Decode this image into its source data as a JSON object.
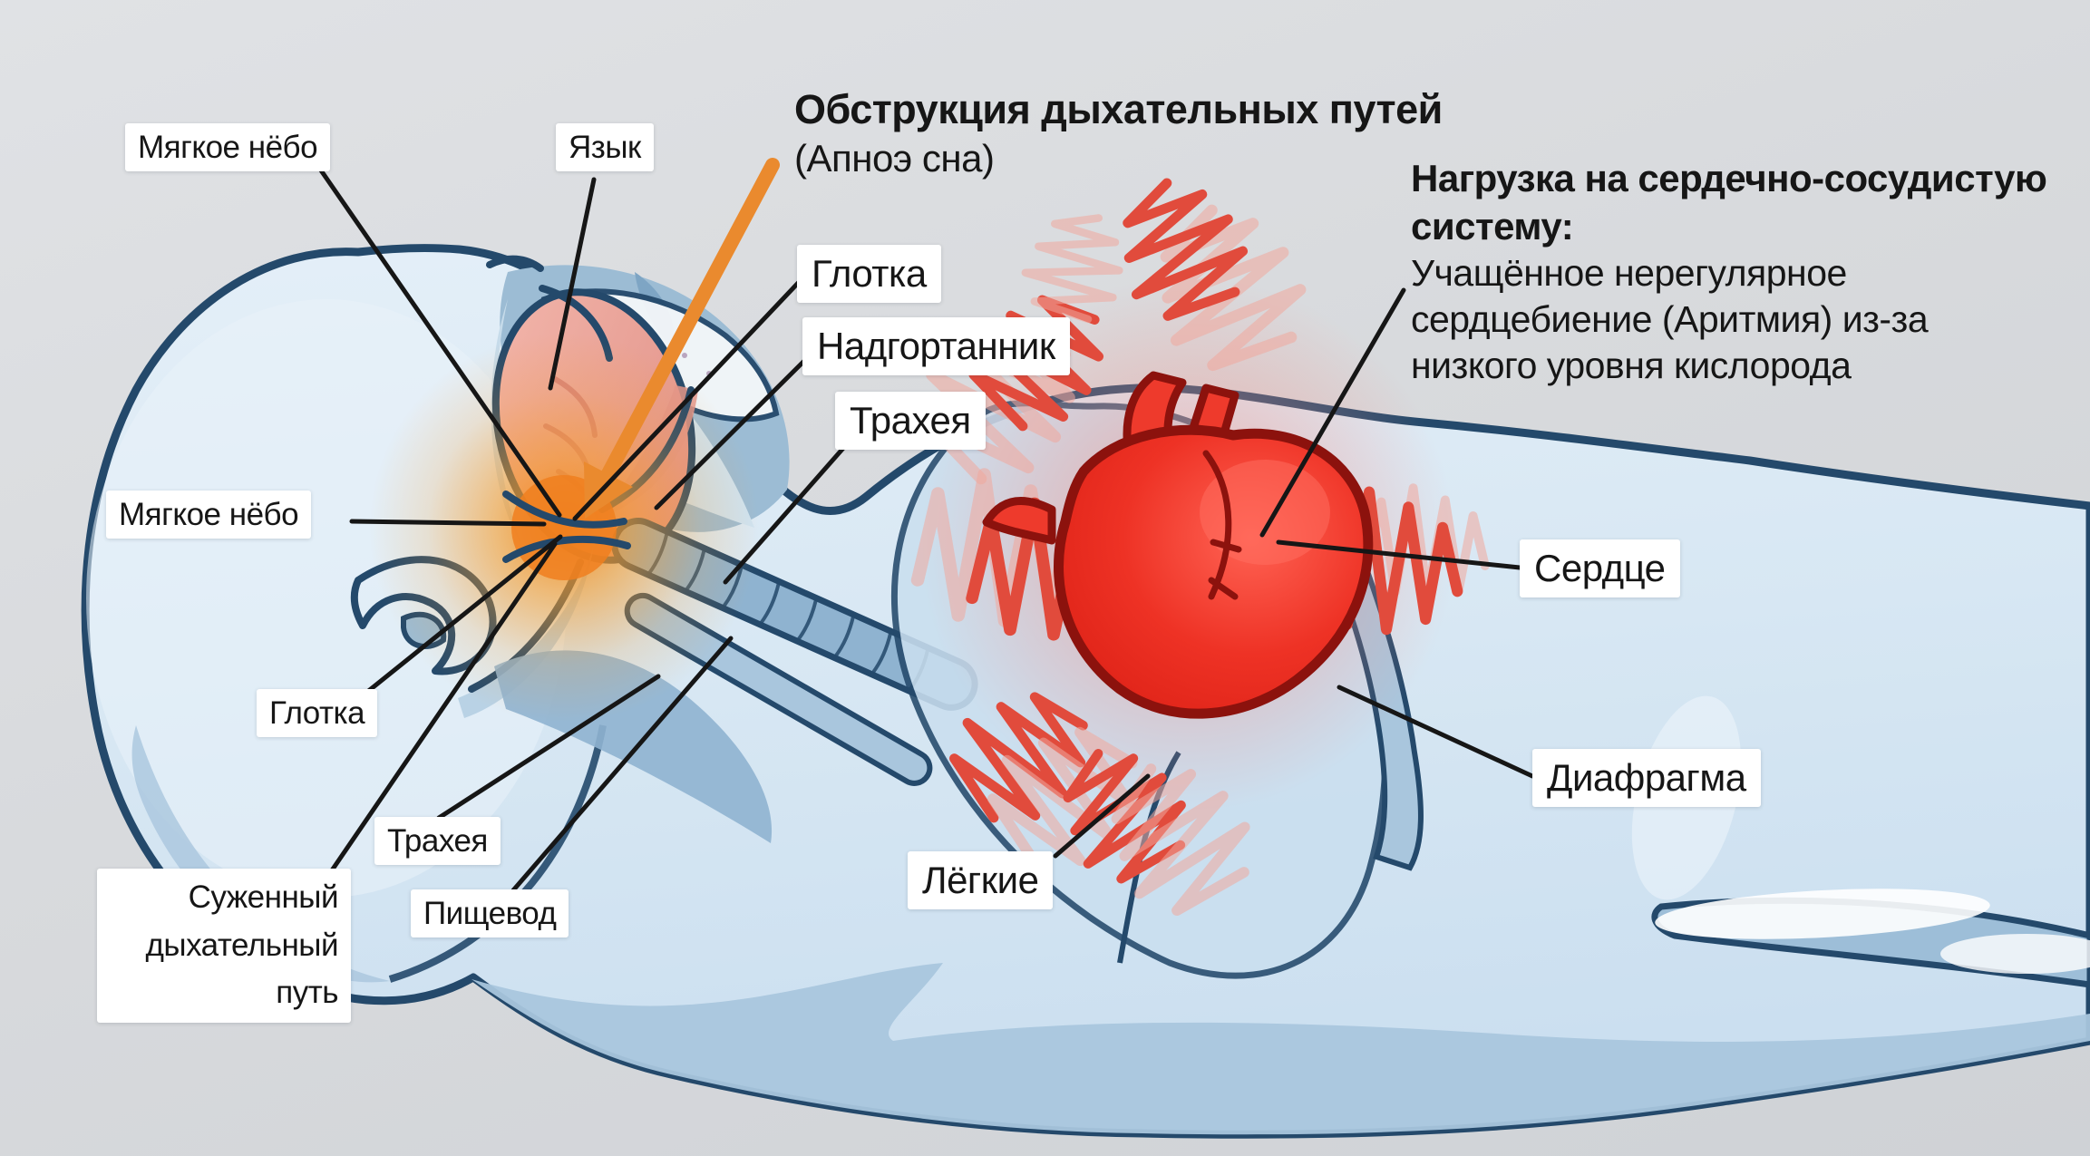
{
  "title": {
    "line1": "Обструкция дыхательных путей",
    "line2": "(Апноэ сна)"
  },
  "cardio_note": {
    "heading_line1": "Нагрузка на сердечно-сосудистую",
    "heading_line2": "систему:",
    "body_line1": "Учащённое нерегулярное",
    "body_line2": "сердцебиение (Аритмия) из-за",
    "body_line3": "низкого уровня кислорода"
  },
  "labels": {
    "soft_palate_top": "Мягкое нёбо",
    "tongue": "Язык",
    "pharynx_upper": "Глотка",
    "epiglottis": "Надгортанник",
    "trachea_upper": "Трахея",
    "soft_palate_side": "Мягкое нёбо",
    "pharynx_lower": "Глотка",
    "narrowed_airway_line1": "Суженный",
    "narrowed_airway_line2": "дыхательный путь",
    "trachea_lower": "Трахея",
    "esophagus": "Пищевод",
    "lungs": "Лёгкие",
    "heart": "Сердце",
    "diaphragm": "Диафрагма"
  },
  "colors": {
    "label_bg": "#ffffff",
    "text": "#161616",
    "outline": "#24496b",
    "body_fill": "#d9e8f4",
    "shading": "#a9c6dd",
    "skull": "#9cbcd4",
    "tongue": "#efb0a6",
    "tongue_dark": "#d8857d",
    "lungs_fill": "#cadfef",
    "tube_fill": "#8fb3d0",
    "heart_red": "#ee3a2c",
    "heart_dark": "#8c120d",
    "zigzag": "#e14b3c",
    "zigzag_light": "#f0a79c",
    "glow_orange": "#f59a28",
    "arrow_orange": "#ea8a2e"
  }
}
